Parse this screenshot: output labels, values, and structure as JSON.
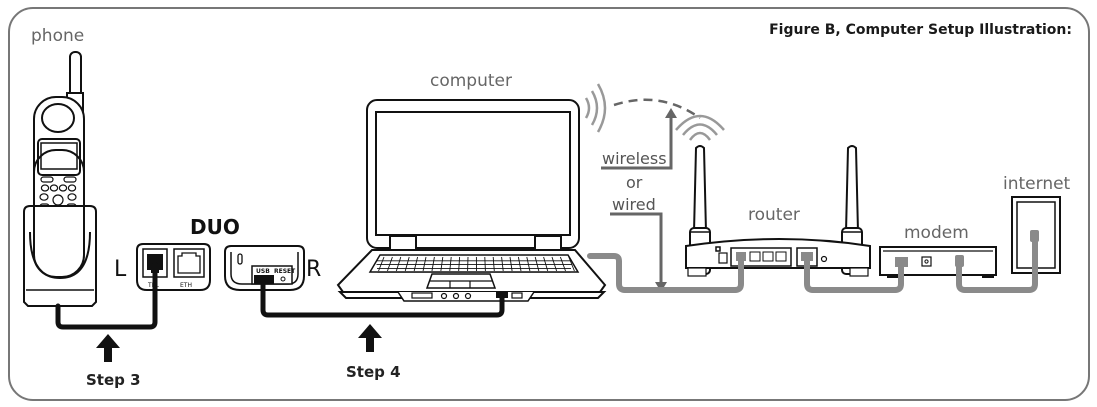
{
  "figure": {
    "title": "Figure B, Computer Setup Illustration:"
  },
  "labels": {
    "phone": "phone",
    "computer": "computer",
    "router": "router",
    "modem": "modem",
    "internet": "internet",
    "duo": "DUO",
    "left_side": "L",
    "right_side": "R",
    "wireless": "wireless",
    "or": "or",
    "wired": "wired"
  },
  "ports": {
    "tel": "TEL",
    "eth": "ETH",
    "usb": "USB",
    "reset": "RESET"
  },
  "steps": [
    {
      "label": "Step 3",
      "icon": "up-arrow-icon"
    },
    {
      "label": "Step 4",
      "icon": "up-arrow-icon"
    }
  ],
  "colors": {
    "cable_black": "#111111",
    "cable_gray": "#8a8a8a",
    "frame": "#777777",
    "label_gray": "#666666"
  }
}
